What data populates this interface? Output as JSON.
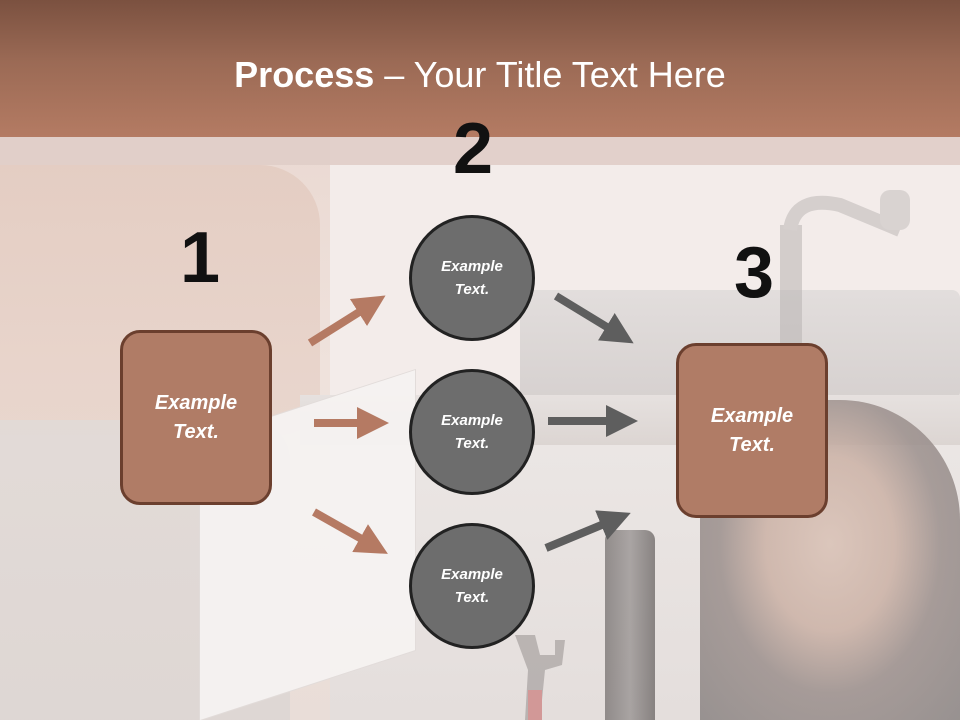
{
  "title": {
    "bold": "Process",
    "rest": " – Your Title Text Here"
  },
  "steps": {
    "one": "1",
    "two": "2",
    "three": "3"
  },
  "nodes": {
    "box_left": "Example\nText.",
    "circle_top": "Example\nText.",
    "circle_middle": "Example\nText.",
    "circle_bottom": "Example\nText.",
    "box_right": "Example\nText."
  },
  "colors": {
    "header": "#9b6a55",
    "box_fill": "#b07c66",
    "box_border": "#6b3f2e",
    "circle_fill": "#6d6d6d",
    "arrow_brown": "#b57a63",
    "arrow_gray": "#5e5e5e"
  }
}
